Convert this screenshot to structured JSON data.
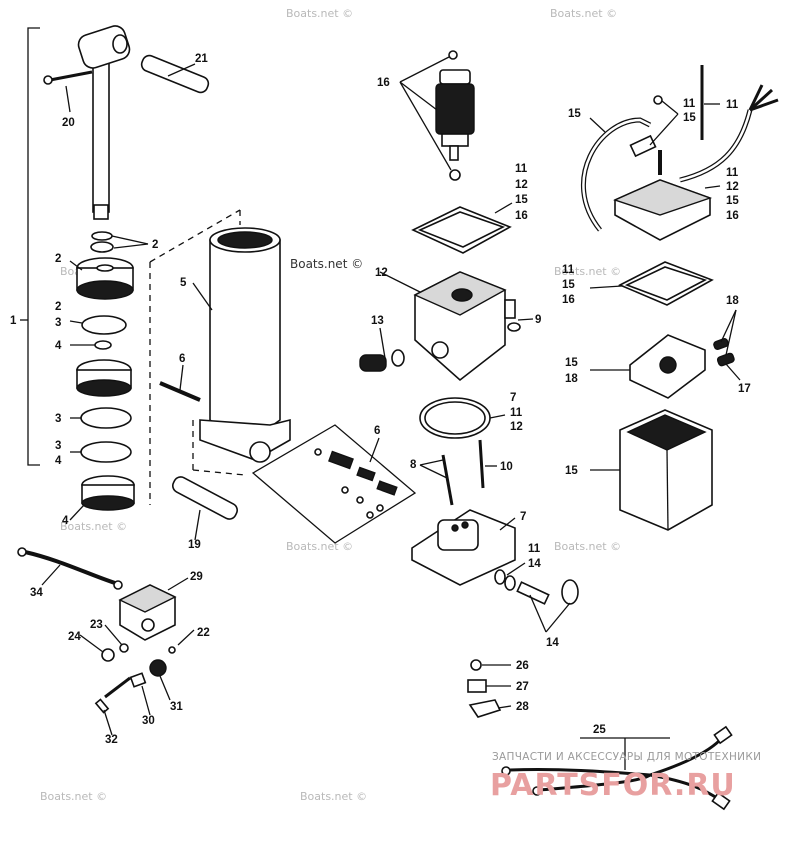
{
  "watermarks": {
    "main": "Boats.net ©",
    "faint": "Boats.net ©"
  },
  "brand": {
    "caption": "ЗАПЧАСТИ И АКСЕССУАРЫ ДЛЯ МОТОТЕХНИКИ",
    "logo": "PARTSFOR.RU"
  },
  "callouts": [
    {
      "id": "c1",
      "text": "1"
    },
    {
      "id": "c2a",
      "text": "2"
    },
    {
      "id": "c2b",
      "text": "2"
    },
    {
      "id": "c2c",
      "text": "2"
    },
    {
      "id": "c3a",
      "text": "3"
    },
    {
      "id": "c3b",
      "text": "3"
    },
    {
      "id": "c3c",
      "text": "3"
    },
    {
      "id": "c4a",
      "text": "4"
    },
    {
      "id": "c4b",
      "text": "4"
    },
    {
      "id": "c4c",
      "text": "4"
    },
    {
      "id": "c5",
      "text": "5"
    },
    {
      "id": "c6a",
      "text": "6"
    },
    {
      "id": "c6b",
      "text": "6"
    },
    {
      "id": "c7a",
      "text": "7"
    },
    {
      "id": "c7b",
      "text": "7"
    },
    {
      "id": "c8",
      "text": "8"
    },
    {
      "id": "c9",
      "text": "9"
    },
    {
      "id": "c10",
      "text": "10"
    },
    {
      "id": "c11a",
      "text": "11"
    },
    {
      "id": "c11b",
      "text": "11"
    },
    {
      "id": "c11c",
      "text": "11"
    },
    {
      "id": "c11d",
      "text": "11"
    },
    {
      "id": "c11e",
      "text": "11"
    },
    {
      "id": "c11f",
      "text": "11"
    },
    {
      "id": "c11g",
      "text": "11"
    },
    {
      "id": "c12a",
      "text": "12"
    },
    {
      "id": "c12b",
      "text": "12"
    },
    {
      "id": "c12c",
      "text": "12"
    },
    {
      "id": "c12d",
      "text": "12"
    },
    {
      "id": "c13",
      "text": "13"
    },
    {
      "id": "c14a",
      "text": "14"
    },
    {
      "id": "c14b",
      "text": "14"
    },
    {
      "id": "c15a",
      "text": "15"
    },
    {
      "id": "c15b",
      "text": "15"
    },
    {
      "id": "c15c",
      "text": "15"
    },
    {
      "id": "c15d",
      "text": "15"
    },
    {
      "id": "c15e",
      "text": "15"
    },
    {
      "id": "c15f",
      "text": "15"
    },
    {
      "id": "c15g",
      "text": "15"
    },
    {
      "id": "c16a",
      "text": "16"
    },
    {
      "id": "c16b",
      "text": "16"
    },
    {
      "id": "c16c",
      "text": "16"
    },
    {
      "id": "c16d",
      "text": "16"
    },
    {
      "id": "c17",
      "text": "17"
    },
    {
      "id": "c18a",
      "text": "18"
    },
    {
      "id": "c18b",
      "text": "18"
    },
    {
      "id": "c19",
      "text": "19"
    },
    {
      "id": "c20",
      "text": "20"
    },
    {
      "id": "c21",
      "text": "21"
    },
    {
      "id": "c22",
      "text": "22"
    },
    {
      "id": "c23",
      "text": "23"
    },
    {
      "id": "c24",
      "text": "24"
    },
    {
      "id": "c25",
      "text": "25"
    },
    {
      "id": "c26",
      "text": "26"
    },
    {
      "id": "c27",
      "text": "27"
    },
    {
      "id": "c28",
      "text": "28"
    },
    {
      "id": "c29",
      "text": "29"
    },
    {
      "id": "c30",
      "text": "30"
    },
    {
      "id": "c31",
      "text": "31"
    },
    {
      "id": "c32",
      "text": "32"
    },
    {
      "id": "c34",
      "text": "34"
    }
  ]
}
